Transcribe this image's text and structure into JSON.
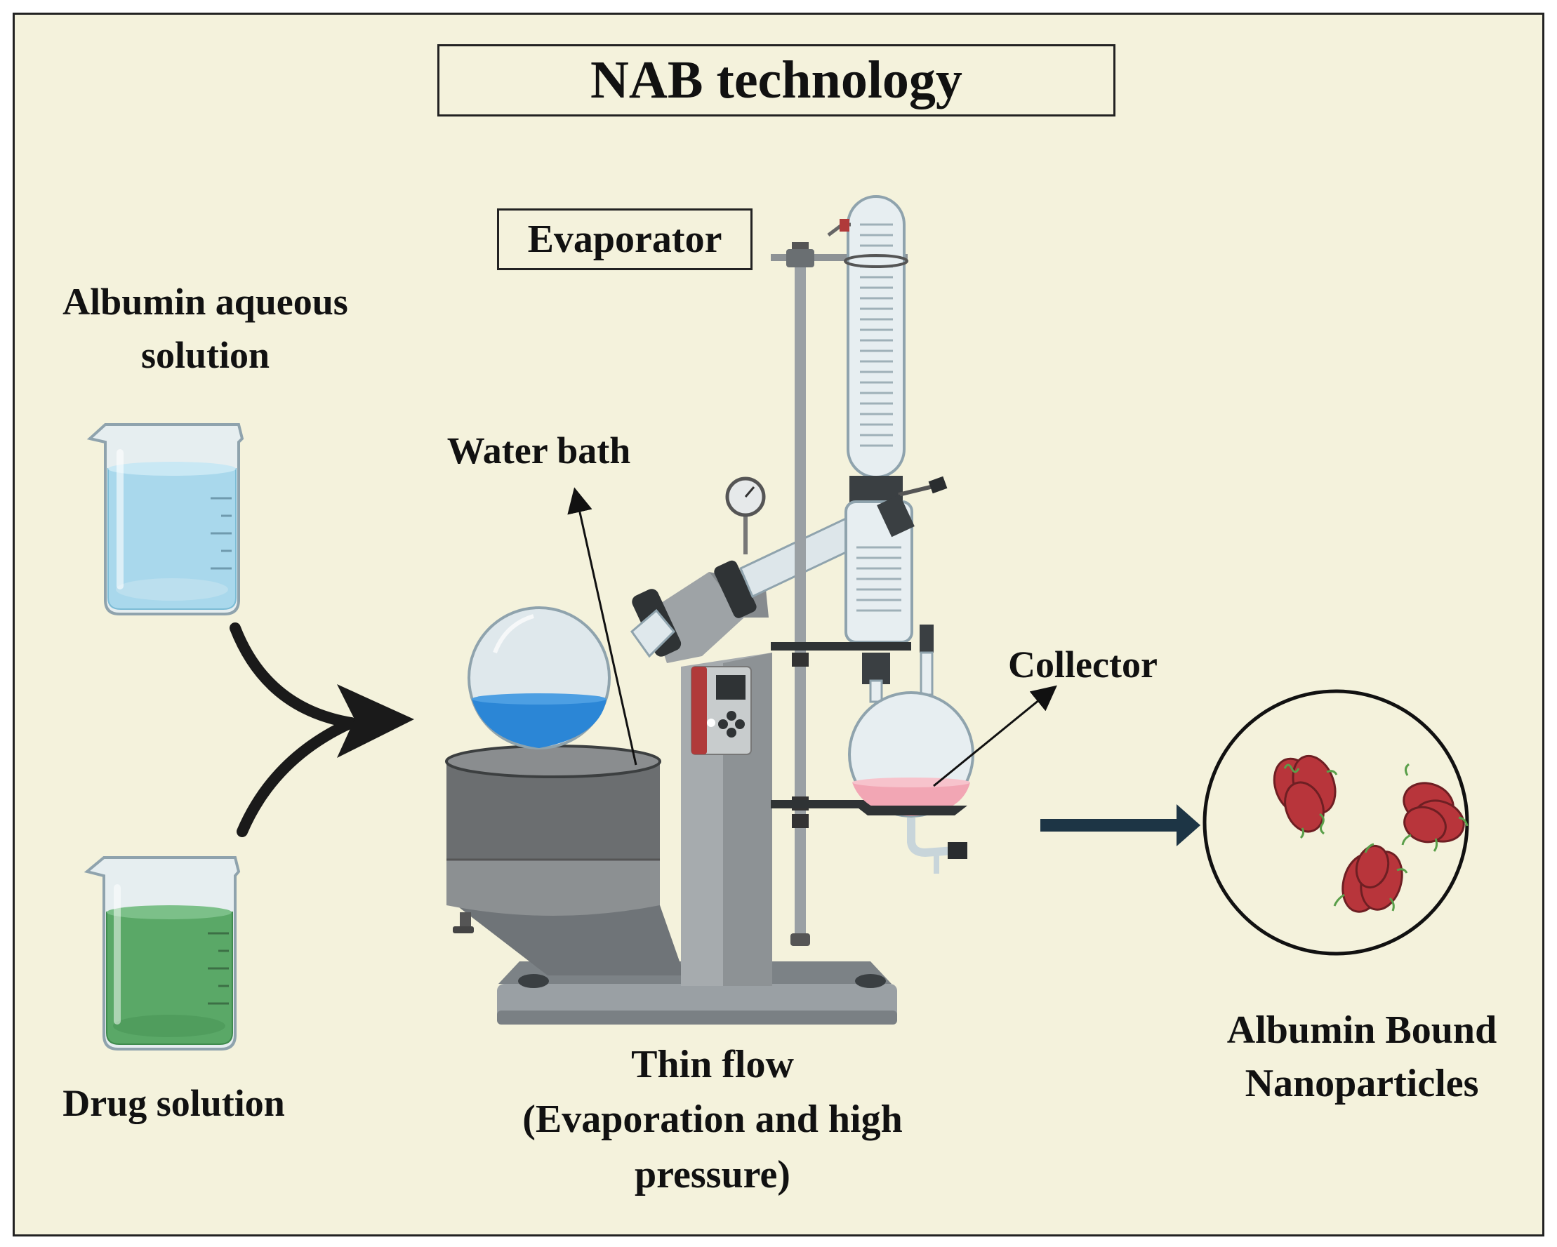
{
  "title": "NAB technology",
  "labels": {
    "albumin_line1": "Albumin aqueous",
    "albumin_line2": "solution",
    "drug": "Drug solution",
    "water_bath": "Water bath",
    "evaporator": "Evaporator",
    "collector": "Collector",
    "thin_flow_line1": "Thin flow",
    "thin_flow_line2": "(Evaporation and high",
    "thin_flow_line3": "pressure)",
    "product_line1": "Albumin Bound",
    "product_line2": "Nanoparticles"
  },
  "colors": {
    "background": "#f4f2dc",
    "albumin_liquid": "#a9d8ec",
    "drug_liquid": "#5aa867",
    "flask_liquid": "#2b86d6",
    "collector_liquid": "#f2a6b4",
    "nanoparticle": "#b8353b",
    "arrow_dark": "#1d3545"
  }
}
